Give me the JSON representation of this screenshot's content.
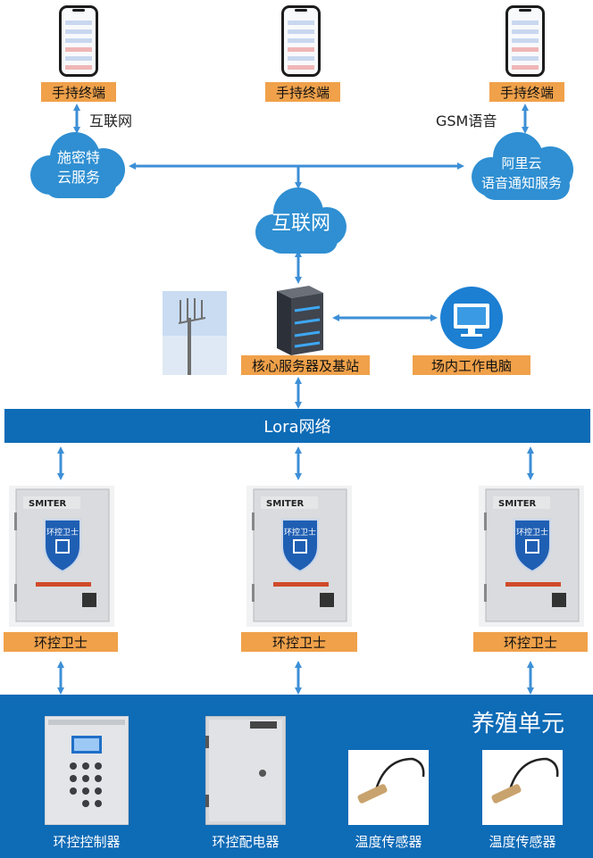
{
  "terminals": [
    {
      "label": "手持终端"
    },
    {
      "label": "手持终端"
    },
    {
      "label": "手持终端"
    }
  ],
  "links": {
    "internet_left": "互联网",
    "gsm_voice": "GSM语音"
  },
  "clouds": {
    "left": {
      "line1": "施密特",
      "line2": "云服务"
    },
    "center": {
      "text": "互联网"
    },
    "right": {
      "line1": "阿里云",
      "line2": "语音通知服务"
    }
  },
  "core": {
    "server_label": "核心服务器及基站",
    "pc_label": "场内工作电脑"
  },
  "network": {
    "bar_label": "Lora网络"
  },
  "cabinets": [
    {
      "brand": "SMITER",
      "shield_text": "环控卫士",
      "label": "环控卫士"
    },
    {
      "brand": "SMITER",
      "shield_text": "环控卫士",
      "label": "环控卫士"
    },
    {
      "brand": "SMITER",
      "shield_text": "环控卫士",
      "label": "环控卫士"
    }
  ],
  "breeding_unit": {
    "title": "养殖单元",
    "devices": [
      {
        "label": "环控控制器"
      },
      {
        "label": "环控配电器"
      },
      {
        "label": "温度传感器"
      },
      {
        "label": "温度传感器"
      }
    ]
  },
  "colors": {
    "accent_blue": "#0e6bb6",
    "arrow_blue": "#3d8fd6",
    "label_orange": "#f0a14a",
    "cloud_blue": "#2f8fd2"
  }
}
